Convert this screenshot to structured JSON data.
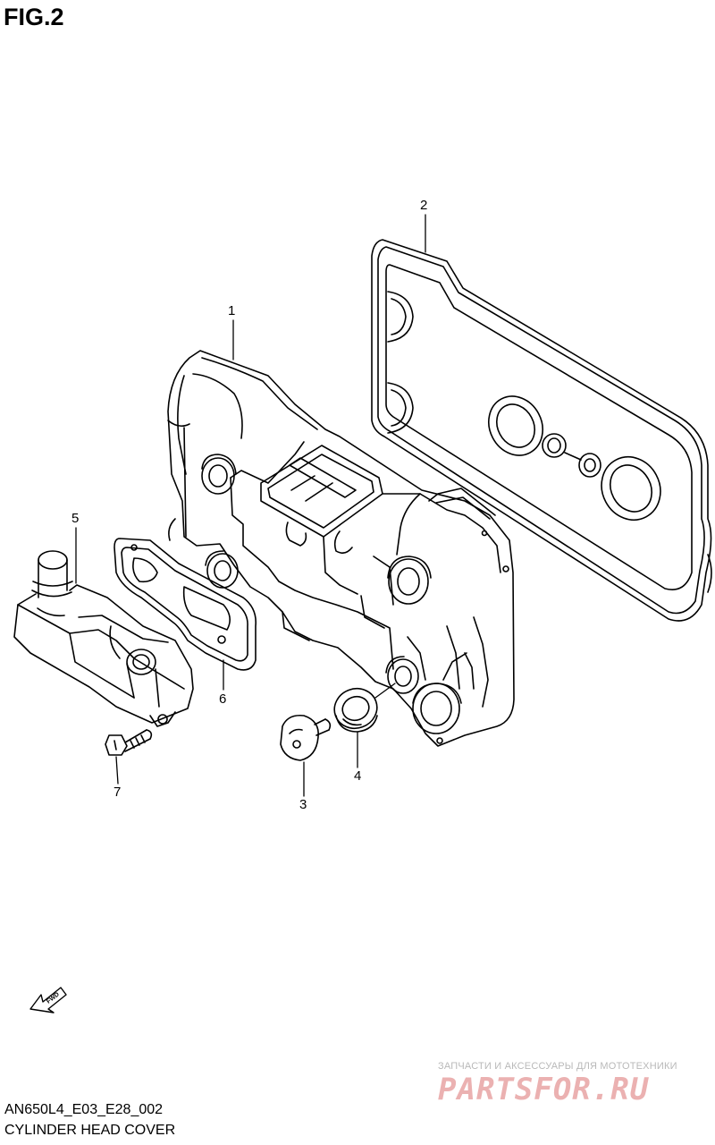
{
  "figure": {
    "label": "FIG.2"
  },
  "callouts": {
    "c1": "1",
    "c2": "2",
    "c3": "3",
    "c4": "4",
    "c5": "5",
    "c6": "6",
    "c7": "7"
  },
  "fwd_arrow": {
    "text": "FWD"
  },
  "footer": {
    "diagram_code": "AN650L4_E03_E28_002",
    "title": "CYLINDER HEAD COVER"
  },
  "watermark": {
    "tagline": "ЗАПЧАСТИ И АКСЕССУАРЫ ДЛЯ МОТОТЕХНИКИ",
    "logo_text": "PARTSFOR.RU"
  },
  "colors": {
    "line": "#000000",
    "background": "#ffffff",
    "watermark_text": "#b9b9b9",
    "watermark_logo": "#ebb1b1"
  }
}
